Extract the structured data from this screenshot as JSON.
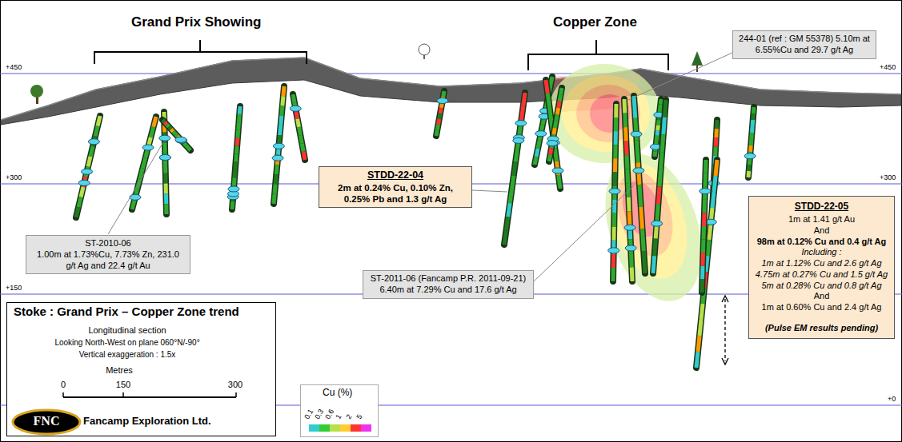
{
  "diagram": {
    "nodes": [
      {
        "text": [
          "Stoke : Grand Prix – Copper Zone trend",
          "Longitudinal section",
          "Looking North-West on plane 060°N/-90°",
          "Vertical exaggeration : 1.5x",
          "Metres",
          "0",
          "150",
          "300",
          "FNC",
          "Fancamp Exploration Ltd."
        ]
      },
      {
        "text": [
          "244-01 (ref : GM 55378) 5.10m at 6.55%Cu and 29.7 g/t Ag"
        ]
      },
      {
        "text": [
          "ST-2010-06",
          "1.00m at 1.73%Cu, 7.73% Zn, 231.0 g/t Ag and 22.4 g/t Au"
        ]
      },
      {
        "text": [
          "STDD-22-04",
          "2m at 0.24% Cu, 0.10% Zn, 0.25% Pb and 1.3 g/t Ag"
        ]
      },
      {
        "text": [
          "ST-2011-06 (Fancamp P.R. 2011-09-21) 6.40m at 7.29% Cu and 17.6 g/t Ag"
        ]
      },
      {
        "text": [
          "STDD-22-05",
          "1m at 1.41 g/t Au",
          "And",
          "98m at 0.12% Cu and 0.4 g/t Ag",
          "Including :",
          "1m at 1.12% Cu and 2.6 g/t Ag",
          "4.75m at 0.27% Cu and 1.5 g/t Ag",
          "5m at 0.28% Cu and 0.8 g/t Ag",
          "And",
          "1m at 0.60% Cu and 2.4 g/t Ag",
          "(Pulse EM results pending)"
        ]
      }
    ],
    "labels": [
      "Grand Prix Showing",
      "Copper Zone",
      "+450",
      "+450",
      "+300",
      "+300",
      "+150",
      "+0",
      "Cu (%)"
    ],
    "legend": [
      {
        "text": "0.1",
        "color": "#33cccc"
      },
      {
        "text": "0.3",
        "color": "#33cc33"
      },
      {
        "text": "0.6",
        "color": "#b8e04a"
      },
      {
        "text": "1",
        "color": "#ffcc33"
      },
      {
        "text": "2",
        "color": "#ff3333"
      },
      {
        "text": "5",
        "color": "#ee33ee"
      }
    ]
  }
}
